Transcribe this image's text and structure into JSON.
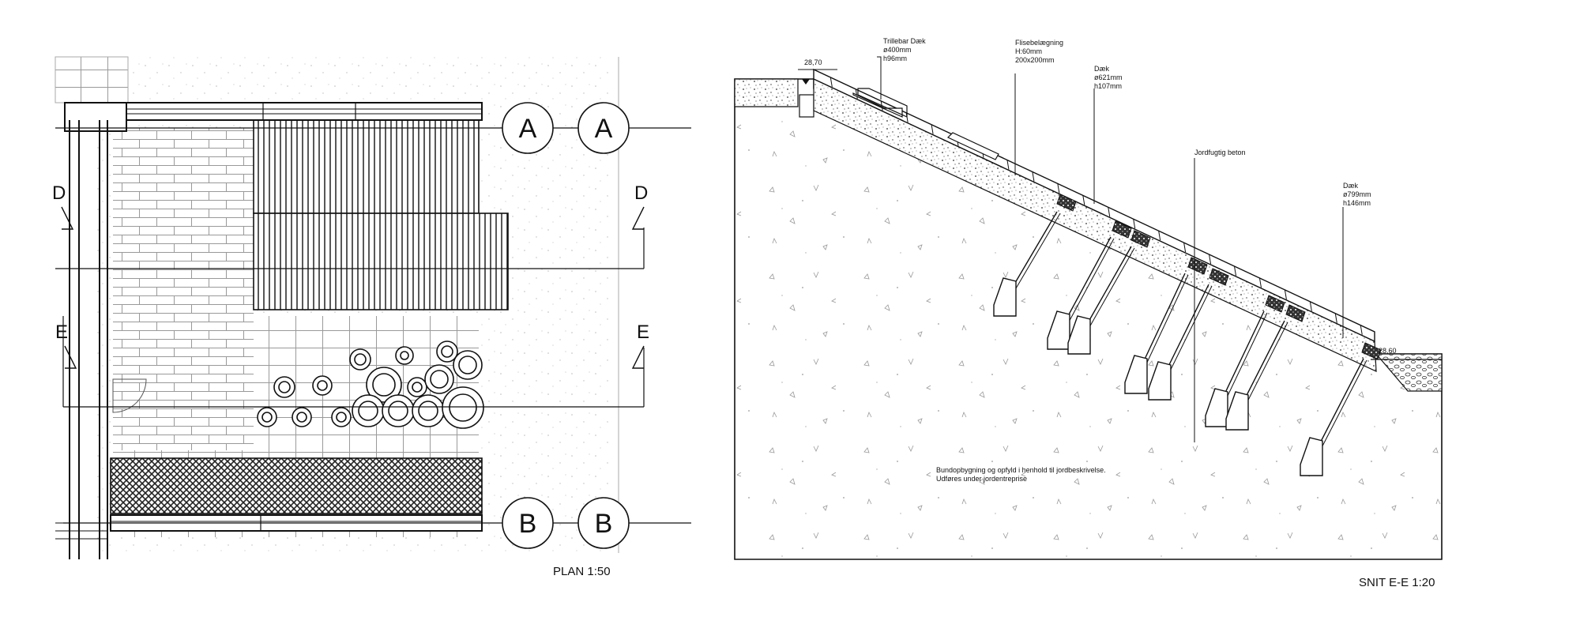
{
  "plan": {
    "title": "PLAN 1:50",
    "section_markers": [
      {
        "letter": "A"
      },
      {
        "letter": "A"
      },
      {
        "letter": "B"
      },
      {
        "letter": "B"
      }
    ],
    "cut_labels": [
      {
        "letter": "D"
      },
      {
        "letter": "D"
      },
      {
        "letter": "E"
      },
      {
        "letter": "E"
      }
    ]
  },
  "section": {
    "title": "SNIT E-E 1:20",
    "level_top": "28,70",
    "level_bottom": "28,60",
    "annotations": {
      "deck1_l1": "Trillebar Dæk",
      "deck1_l2": "ø400mm",
      "deck1_l3": "h96mm",
      "tile_l1": "Flisebelægning",
      "tile_l2": "H:60mm",
      "tile_l3": "200x200mm",
      "deck2_l1": "Dæk",
      "deck2_l2": "ø621mm",
      "deck2_l3": "h107mm",
      "concrete": "Jordfugtig beton",
      "deck3_l1": "Dæk",
      "deck3_l2": "ø799mm",
      "deck3_l3": "h146mm",
      "soil_l1": "Bundopbygning og opfyld i henhold til jordbeskrivelse.",
      "soil_l2": "Udføres under jordentreprise"
    }
  }
}
